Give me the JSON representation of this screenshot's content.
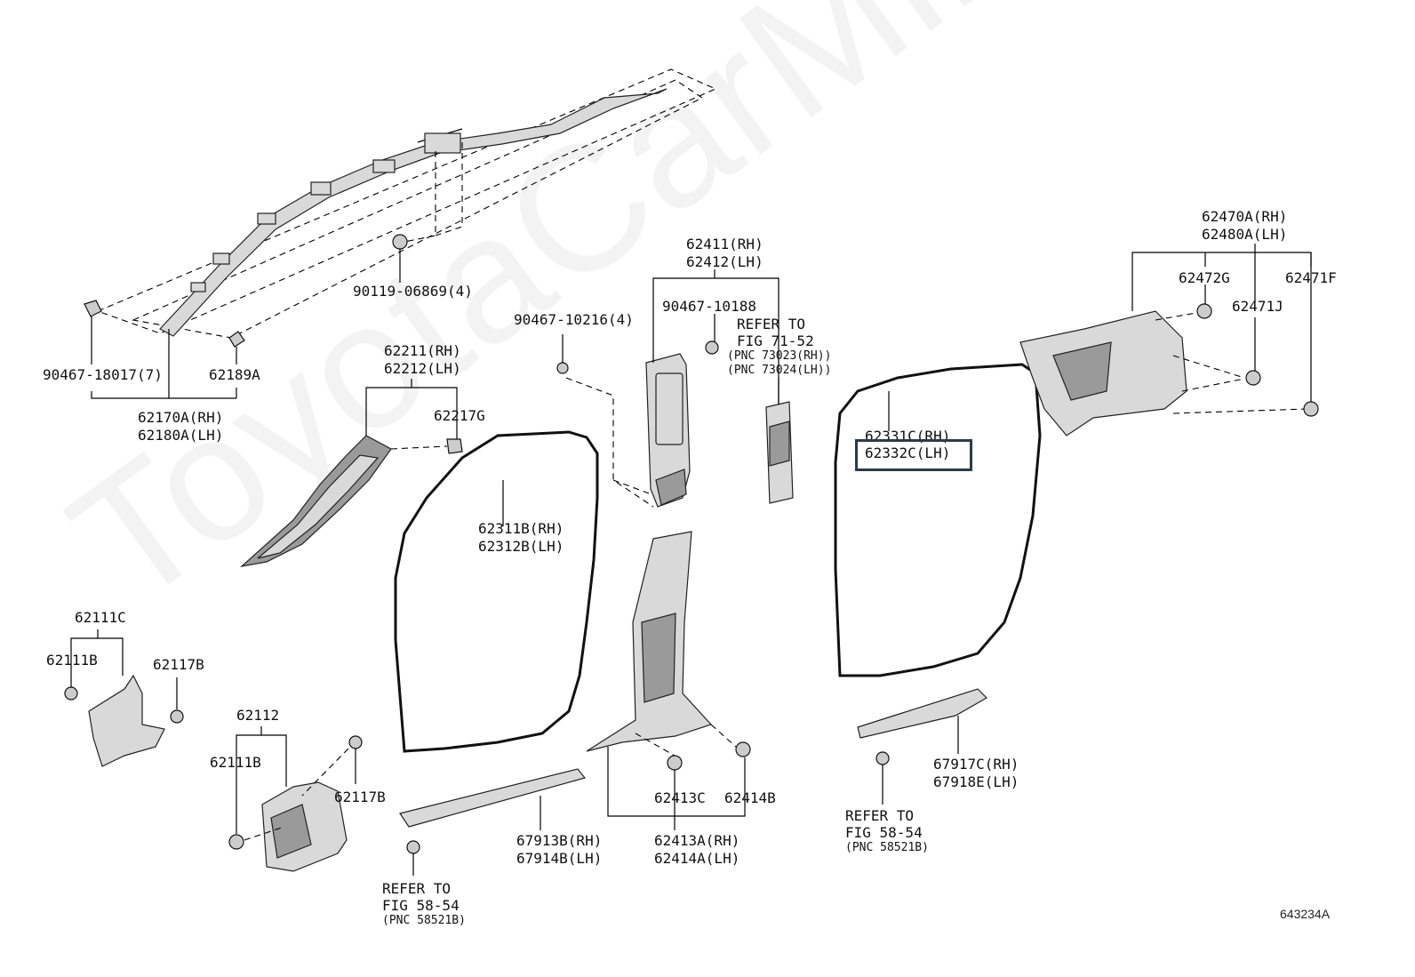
{
  "diagram": {
    "figure_code": "643234A",
    "watermark": "ToyotaCarMine.ru",
    "highlighted_part": "62332C(LH)"
  },
  "labels": {
    "p90119": "90119-06869(4)",
    "p90467_18017": "90467-18017(7)",
    "p62189A": "62189A",
    "p62170A": "62170A(RH)",
    "p62180A": "62180A(LH)",
    "p62211": "62211(RH)",
    "p62212": "62212(LH)",
    "p62217G": "62217G",
    "p90467_10216": "90467-10216(4)",
    "p62411": "62411(RH)",
    "p62412": "62412(LH)",
    "p90467_10188": "90467-10188",
    "refer_71_52_a": "REFER TO",
    "refer_71_52_b": "FIG 71-52",
    "pnc73023": "(PNC 73023(RH))",
    "pnc73024": "(PNC 73024(LH))",
    "p62311B": "62311B(RH)",
    "p62312B": "62312B(LH)",
    "p62331C": "62331C(RH)",
    "p62332C": "62332C(LH)",
    "p62470A": "62470A(RH)",
    "p62480A": "62480A(LH)",
    "p62472G": "62472G",
    "p62471F": "62471F",
    "p62471J": "62471J",
    "p62111C": "62111C",
    "p62111B_a": "62111B",
    "p62117B_a": "62117B",
    "p62112": "62112",
    "p62111B_b": "62111B",
    "p62117B_b": "62117B",
    "p67913B": "67913B(RH)",
    "p67914B": "67914B(LH)",
    "p62413C": "62413C",
    "p62414B": "62414B",
    "p62413A": "62413A(RH)",
    "p62414A": "62414A(LH)",
    "p67917C": "67917C(RH)",
    "p67918E": "67918E(LH)",
    "refer_58_54_a1": "REFER TO",
    "refer_58_54_a2": "FIG 58-54",
    "refer_58_54_a3": "(PNC 58521B)",
    "refer_58_54_b1": "REFER TO",
    "refer_58_54_b2": "FIG 58-54",
    "refer_58_54_b3": "(PNC 58521B)"
  }
}
